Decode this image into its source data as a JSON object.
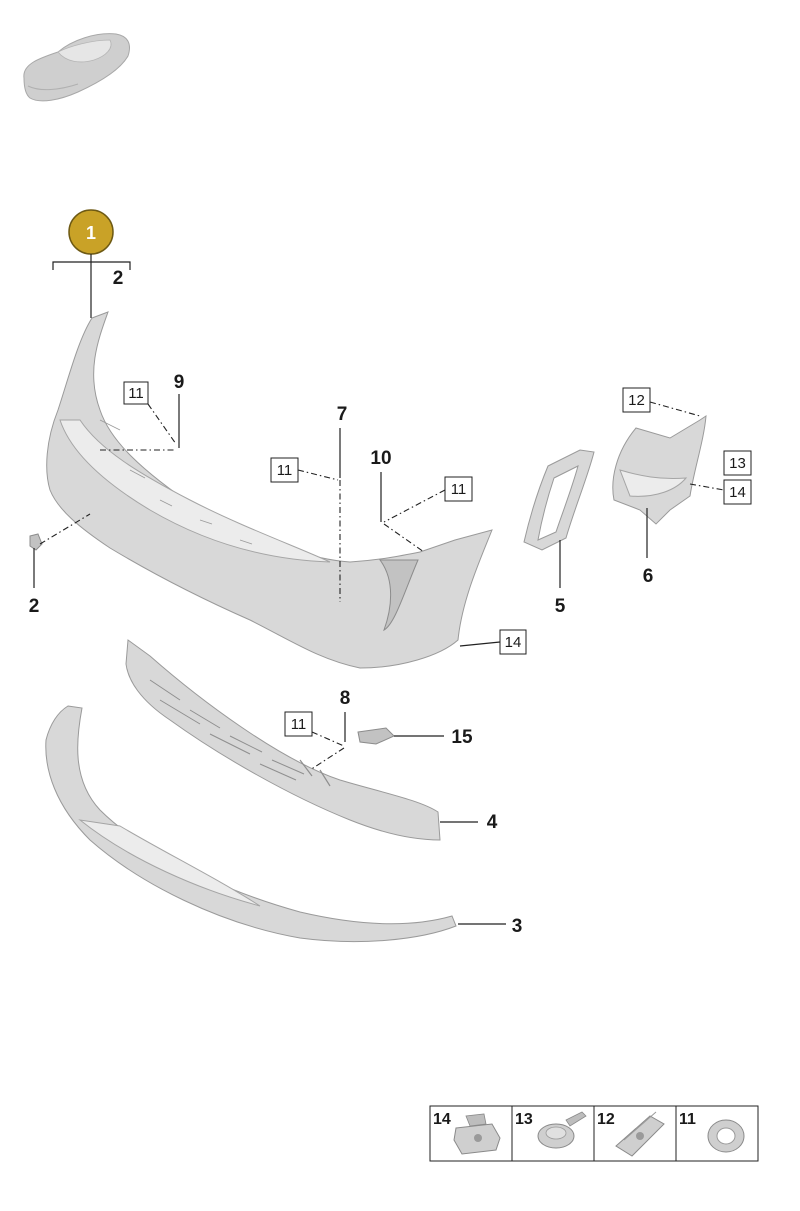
{
  "diagram": {
    "main_assembly": {
      "number": "1",
      "badge_color": "#c9a227"
    },
    "callouts": [
      {
        "id": "c2a",
        "text": "2"
      },
      {
        "id": "c9",
        "text": "9"
      },
      {
        "id": "c7",
        "text": "7"
      },
      {
        "id": "c10",
        "text": "10"
      },
      {
        "id": "c2b",
        "text": "2"
      },
      {
        "id": "c5",
        "text": "5"
      },
      {
        "id": "c6",
        "text": "6"
      },
      {
        "id": "c8",
        "text": "8"
      },
      {
        "id": "c15",
        "text": "15"
      },
      {
        "id": "c4",
        "text": "4"
      },
      {
        "id": "c3",
        "text": "3"
      }
    ],
    "boxed_callouts": [
      {
        "id": "b11a",
        "text": "11"
      },
      {
        "id": "b11b",
        "text": "11"
      },
      {
        "id": "b11c",
        "text": "11"
      },
      {
        "id": "b12",
        "text": "12"
      },
      {
        "id": "b13",
        "text": "13"
      },
      {
        "id": "b14a",
        "text": "14"
      },
      {
        "id": "b14b",
        "text": "14"
      },
      {
        "id": "b11d",
        "text": "11"
      }
    ],
    "legend": [
      {
        "number": "14",
        "icon": "clip-nut-icon"
      },
      {
        "number": "13",
        "icon": "screw-icon"
      },
      {
        "number": "12",
        "icon": "spring-nut-icon"
      },
      {
        "number": "11",
        "icon": "grommet-icon"
      }
    ]
  }
}
